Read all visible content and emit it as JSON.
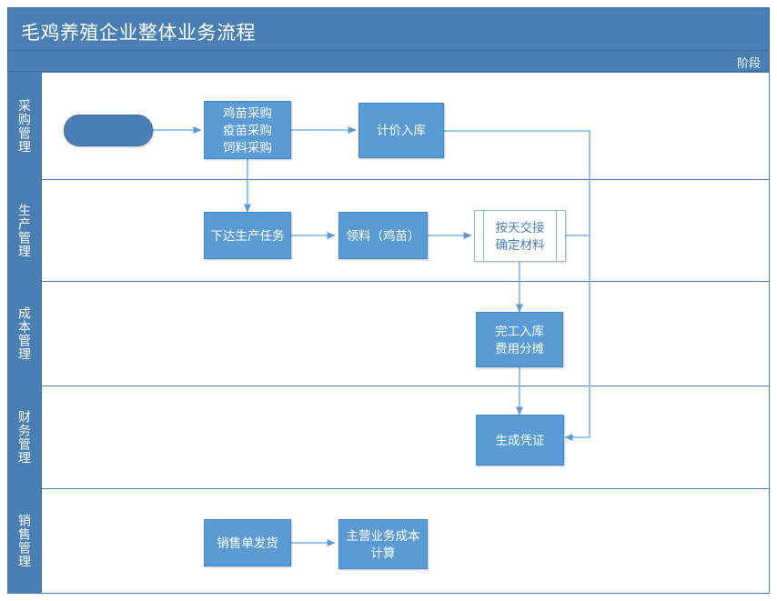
{
  "header": {
    "title": "毛鸡养殖企业整体业务流程",
    "phase_label": "阶段",
    "title_bg": "#4a7fb5",
    "accent": "#5b9bd5"
  },
  "lanes": [
    {
      "id": "purchasing",
      "label": "采购管理"
    },
    {
      "id": "production",
      "label": "生产管理"
    },
    {
      "id": "cost",
      "label": "成本管理"
    },
    {
      "id": "finance",
      "label": "财务管理"
    },
    {
      "id": "sales",
      "label": "销售管理"
    }
  ],
  "nodes": [
    {
      "id": "start",
      "label": "",
      "lane": "purchasing",
      "shape": "start"
    },
    {
      "id": "procurement",
      "label": "鸡苗采购\n疫苗采购\n饲料采购",
      "lane": "purchasing",
      "shape": "process"
    },
    {
      "id": "valuation",
      "label": "计价入库",
      "lane": "purchasing",
      "shape": "process"
    },
    {
      "id": "prod-order",
      "label": "下达生产任务",
      "lane": "production",
      "shape": "process"
    },
    {
      "id": "pick-chicks",
      "label": "领料（鸡苗）",
      "lane": "production",
      "shape": "process"
    },
    {
      "id": "daily-handoff",
      "label": "按天交接\n确定材料",
      "lane": "production",
      "shape": "predefined"
    },
    {
      "id": "finish-cost",
      "label": "完工入库\n费用分摊",
      "lane": "cost",
      "shape": "process"
    },
    {
      "id": "voucher",
      "label": "生成凭证",
      "lane": "finance",
      "shape": "process"
    },
    {
      "id": "sales-ship",
      "label": "销售单发货",
      "lane": "sales",
      "shape": "process"
    },
    {
      "id": "cogs",
      "label": "主营业务成本\n计算",
      "lane": "sales",
      "shape": "process"
    }
  ],
  "edges": [
    {
      "from": "start",
      "to": "procurement"
    },
    {
      "from": "procurement",
      "to": "valuation"
    },
    {
      "from": "procurement",
      "to": "prod-order"
    },
    {
      "from": "valuation",
      "to": "voucher"
    },
    {
      "from": "prod-order",
      "to": "pick-chicks"
    },
    {
      "from": "pick-chicks",
      "to": "daily-handoff"
    },
    {
      "from": "daily-handoff",
      "to": "finish-cost"
    },
    {
      "from": "daily-handoff",
      "to": "voucher"
    },
    {
      "from": "finish-cost",
      "to": "voucher"
    },
    {
      "from": "sales-ship",
      "to": "cogs"
    }
  ]
}
